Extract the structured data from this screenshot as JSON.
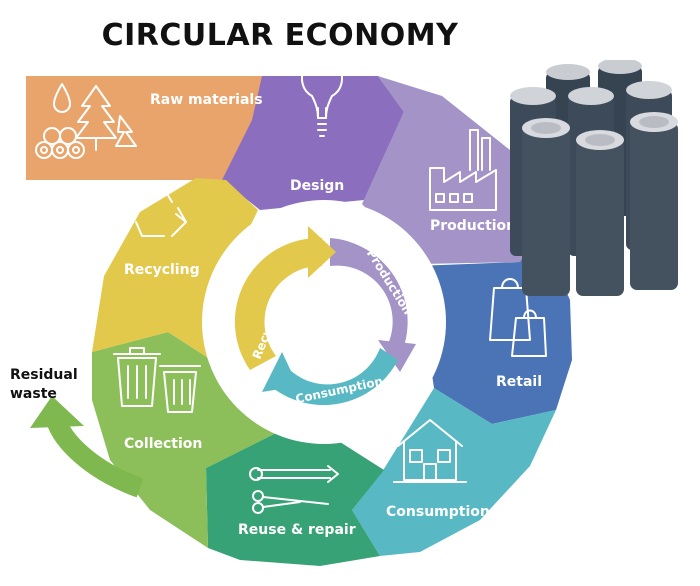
{
  "title": "CIRCULAR ECONOMY",
  "residual_waste": {
    "line1": "Residual",
    "line2": "waste"
  },
  "segments": {
    "raw_materials": "Raw materials",
    "design": "Design",
    "production": "Production",
    "retail": "Retail",
    "consumption": "Consumption",
    "reuse_repair": "Reuse & repair",
    "collection": "Collection",
    "recycling": "Recycling"
  },
  "inner_cycle": {
    "recycling": "Recycling",
    "production": "Production",
    "consumption": "Consumption"
  },
  "colors": {
    "raw_materials": "#e9a46c",
    "design": "#8b6fbe",
    "production": "#a393c7",
    "retail": "#4a74b6",
    "consumption": "#58b9c4",
    "reuse_repair": "#37a276",
    "collection": "#8cbf5a",
    "recycling": "#e2c94c",
    "residual_arrow": "#7fb84f",
    "battery_body": "#3c4a59",
    "battery_cap": "#c9ccd1"
  },
  "icons": {
    "raw_materials": [
      "drop-icon",
      "tree-icon",
      "logs-icon"
    ],
    "design": "lightbulb-icon",
    "production": "factory-icon",
    "retail": "shopping-bags-icon",
    "consumption": "house-icon",
    "reuse_repair": "tools-icon",
    "collection": "trash-bins-icon",
    "recycling": "recycle-icon"
  }
}
